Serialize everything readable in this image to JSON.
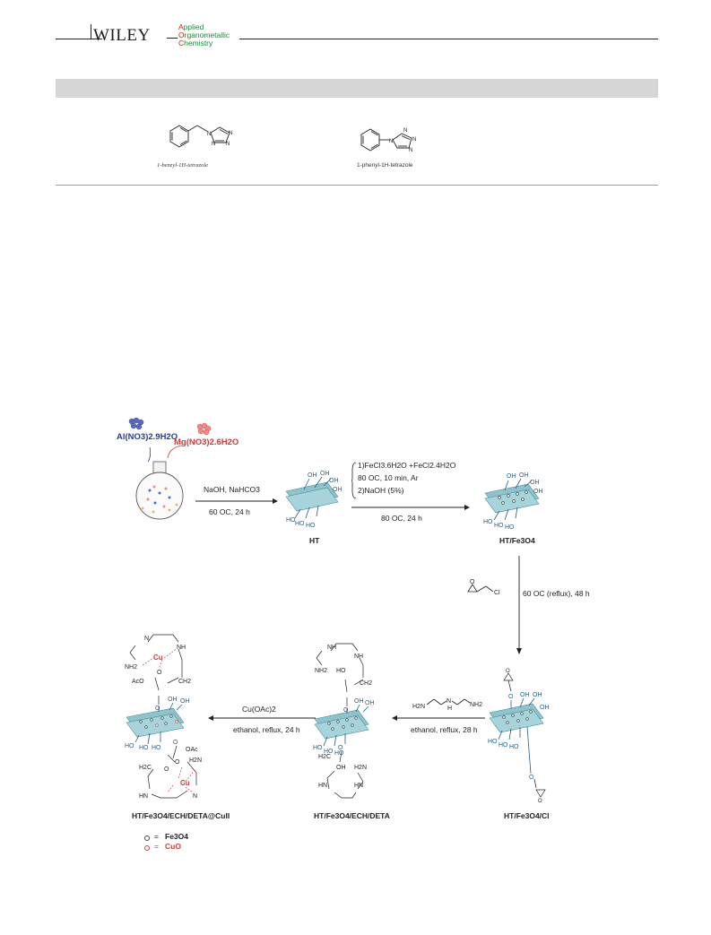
{
  "header": {
    "publisher": "WILEY",
    "journal_lines": [
      {
        "cap": "A",
        "rest": "pplied"
      },
      {
        "cap": "O",
        "rest": "rganometallic"
      },
      {
        "cap": "C",
        "rest": "hemistry"
      }
    ]
  },
  "table_row": {
    "molecules": [
      {
        "label": "1-benzyl-1H-tetrazole"
      },
      {
        "label": "1-phenyl-1H-tetrazole"
      }
    ]
  },
  "scheme": {
    "reagent_al": "Al(NO3)2.9H2O",
    "reagent_mg": "Mg(NO3)2.6H2O",
    "step1_top": "NaOH, NaHCO3",
    "step1_bottom": "60 OC, 24 h",
    "step2_line1": "1)FeCl3.6H2O +FeCl2.4H2O",
    "step2_line2": "80 OC, 10 min, Ar",
    "step2_line3": "2)NaOH (5%)",
    "step2_bottom": "80 OC, 24 h",
    "step3": "60 OC (reflux), 48 h",
    "step4_bottom": "ethanol, reflux, 28 h",
    "step5_top": "Cu(OAc)2",
    "step5_bottom": "ethanol, reflux, 24 h",
    "labels": {
      "ht": "HT",
      "ht_fe3o4": "HT/Fe3O4",
      "ht_fe3o4_cl": "HT/Fe3O4/Cl",
      "ht_fe3o4_ech_deta": "HT/Fe3O4/ECH/DETA",
      "ht_fe3o4_ech_deta_cu": "HT/Fe3O4/ECH/DETA@CuII"
    },
    "legend": [
      {
        "symbol": "=",
        "label": "Fe3O4"
      },
      {
        "symbol": "=",
        "label": "CuO"
      }
    ],
    "atoms": {
      "oh": "OH",
      "ho": "HO",
      "o": "O",
      "cl": "Cl",
      "nh": "NH",
      "nh2": "NH2",
      "h2n": "H2N",
      "hn": "HN",
      "n": "N",
      "h2c": "H2C",
      "ch2": "CH2",
      "cu": "Cu",
      "aco": "AcO",
      "oac": "OAc",
      "h": "H"
    }
  }
}
